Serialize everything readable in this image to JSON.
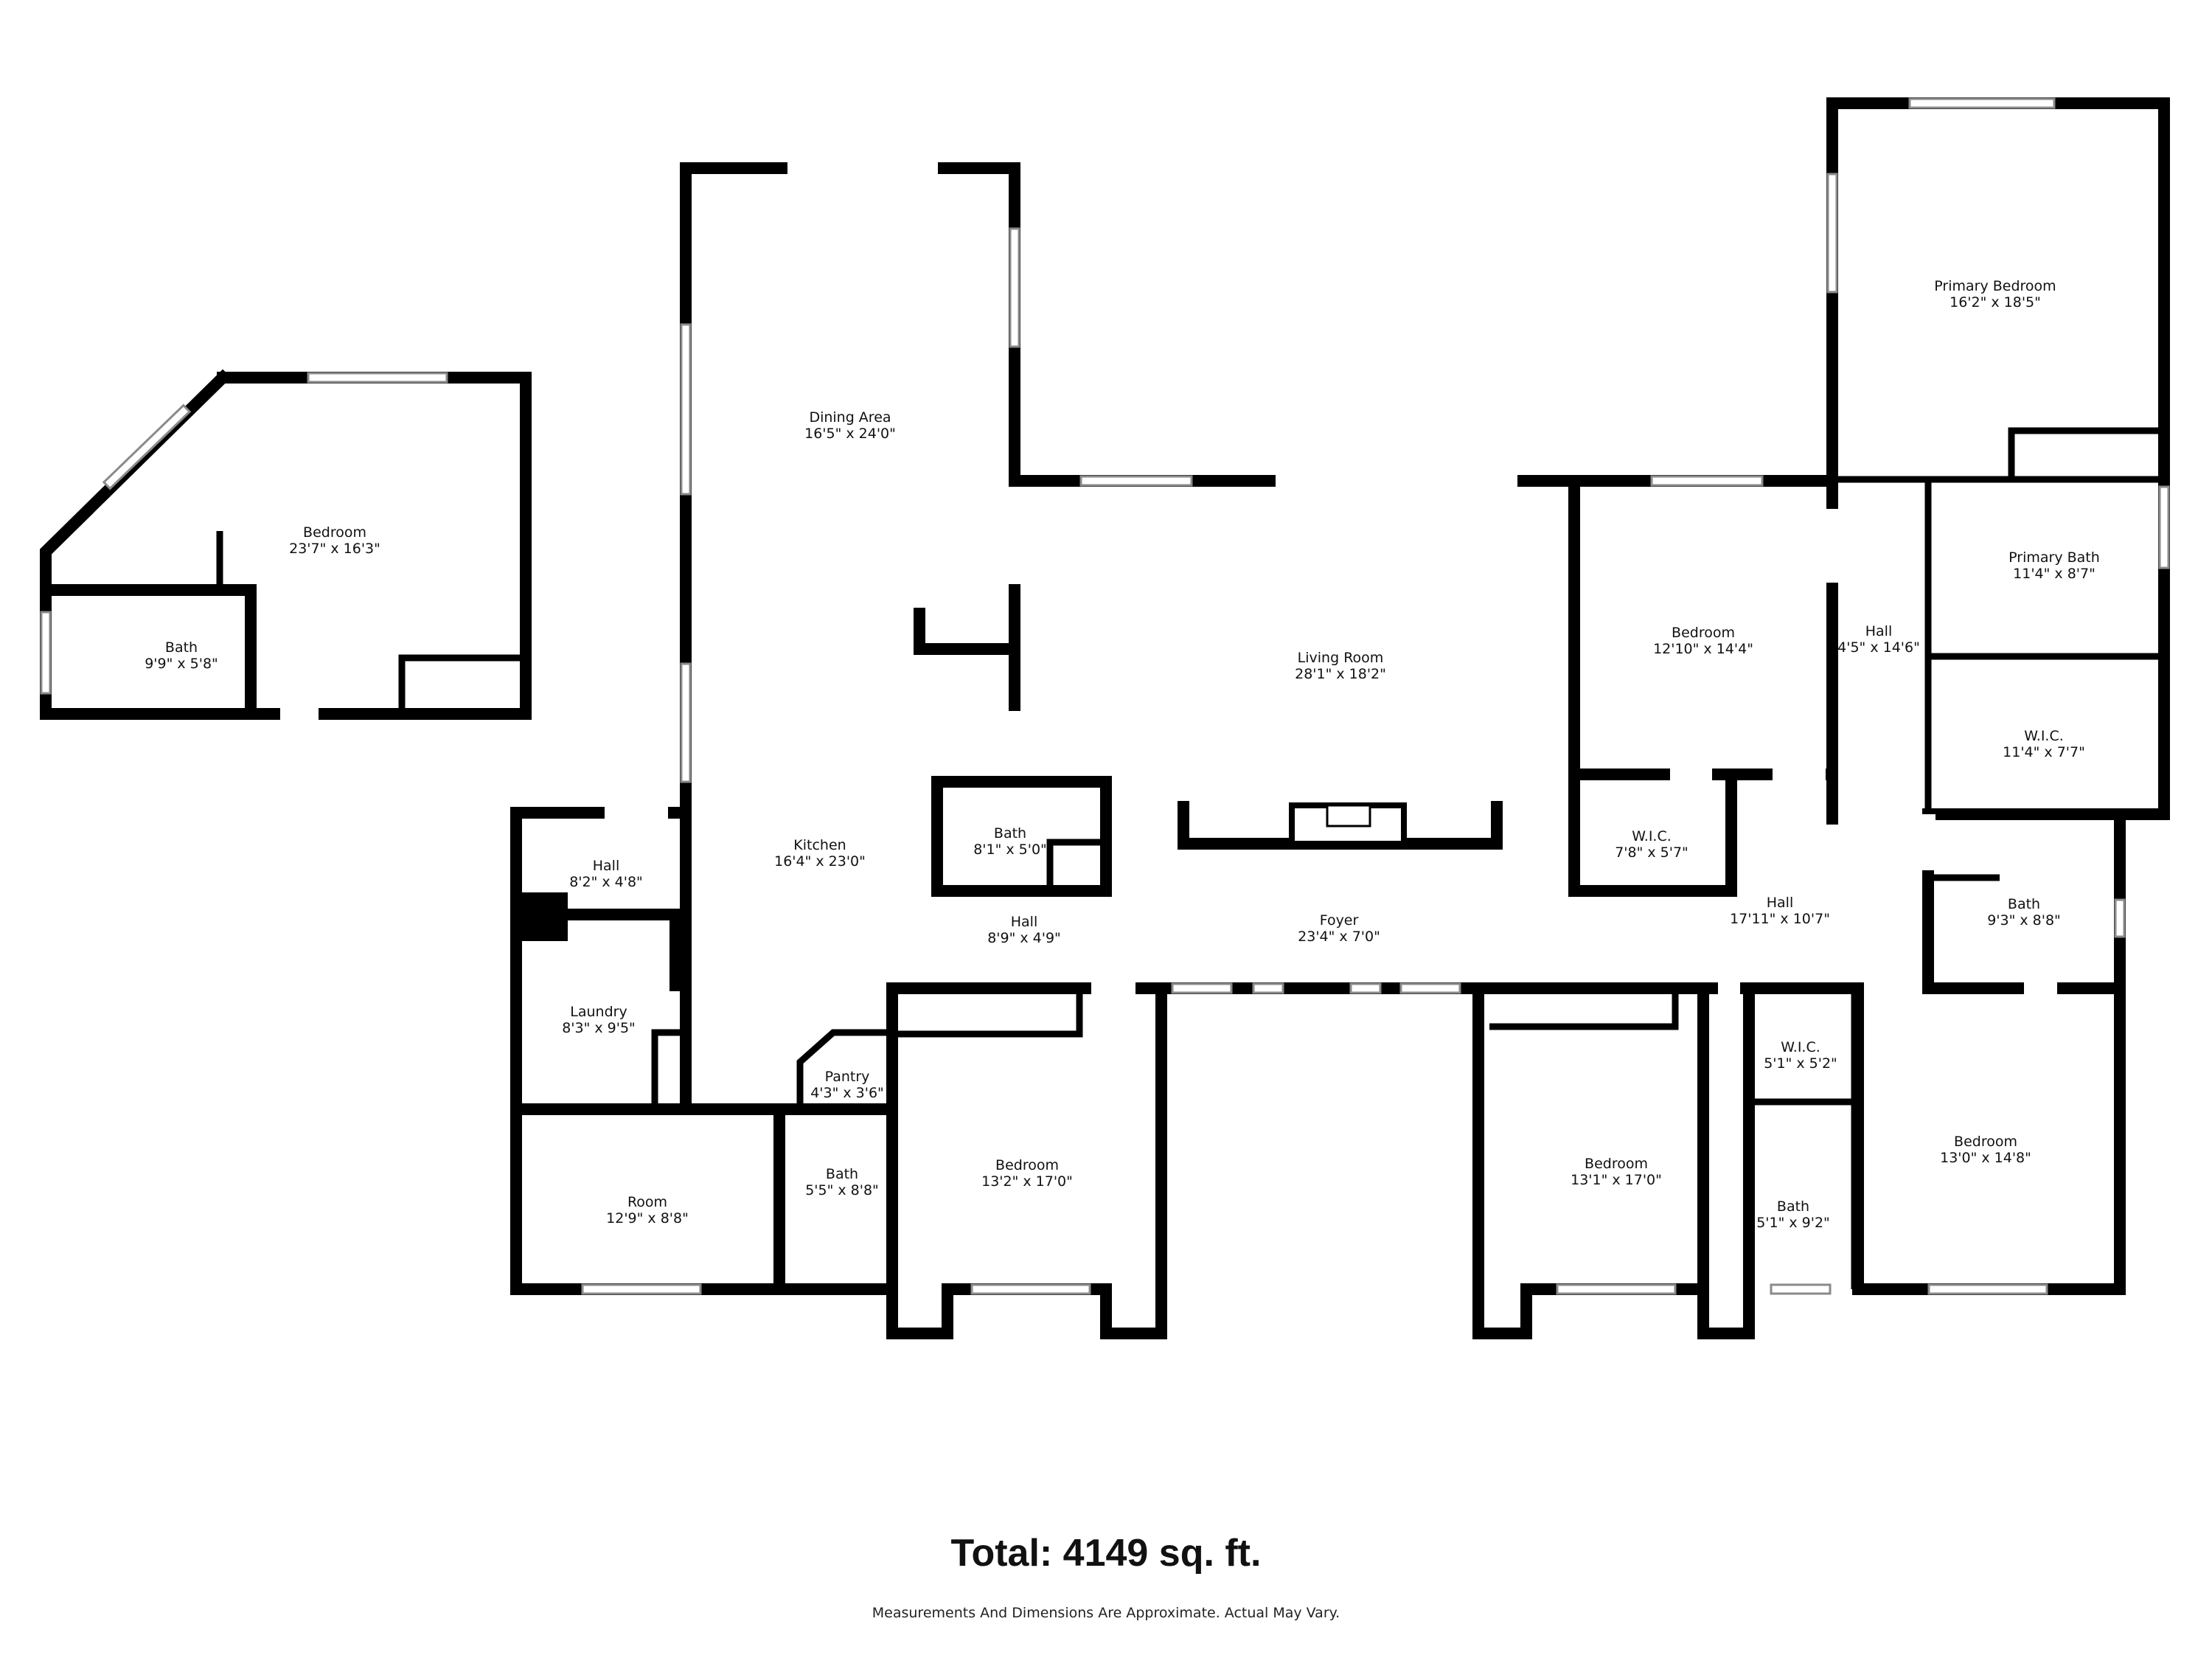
{
  "floorplan": {
    "rooms": [
      {
        "id": "upper-bedroom",
        "name": "Bedroom",
        "dims": "23'7\" x 16'3\""
      },
      {
        "id": "upper-bath",
        "name": "Bath",
        "dims": "9'9\" x 5'8\""
      },
      {
        "id": "dining-area",
        "name": "Dining Area",
        "dims": "16'5\" x 24'0\""
      },
      {
        "id": "kitchen",
        "name": "Kitchen",
        "dims": "16'4\" x 23'0\""
      },
      {
        "id": "living-room",
        "name": "Living Room",
        "dims": "28'1\" x 18'2\""
      },
      {
        "id": "primary-bedroom",
        "name": "Primary Bedroom",
        "dims": "16'2\" x 18'5\""
      },
      {
        "id": "primary-bath",
        "name": "Primary Bath",
        "dims": "11'4\" x 8'7\""
      },
      {
        "id": "hall-east",
        "name": "Hall",
        "dims": "4'5\" x 14'6\""
      },
      {
        "id": "wic-primary",
        "name": "W.I.C.",
        "dims": "11'4\" x 7'7\""
      },
      {
        "id": "bedroom-ne",
        "name": "Bedroom",
        "dims": "12'10\" x 14'4\""
      },
      {
        "id": "wic-ne",
        "name": "W.I.C.",
        "dims": "7'8\" x 5'7\""
      },
      {
        "id": "hall-long",
        "name": "Hall",
        "dims": "17'11\" x 10'7\""
      },
      {
        "id": "bath-east",
        "name": "Bath",
        "dims": "9'3\" x 8'8\""
      },
      {
        "id": "hall-west",
        "name": "Hall",
        "dims": "8'2\" x 4'8\""
      },
      {
        "id": "laundry",
        "name": "Laundry",
        "dims": "8'3\" x 9'5\""
      },
      {
        "id": "room",
        "name": "Room",
        "dims": "12'9\" x 8'8\""
      },
      {
        "id": "bath-sw",
        "name": "Bath",
        "dims": "5'5\" x 8'8\""
      },
      {
        "id": "pantry",
        "name": "Pantry",
        "dims": "4'3\" x 3'6\""
      },
      {
        "id": "bedroom-sw",
        "name": "Bedroom",
        "dims": "13'2\" x 17'0\""
      },
      {
        "id": "bath-center",
        "name": "Bath",
        "dims": "8'1\" x 5'0\""
      },
      {
        "id": "hall-center",
        "name": "Hall",
        "dims": "8'9\" x 4'9\""
      },
      {
        "id": "foyer",
        "name": "Foyer",
        "dims": "23'4\" x 7'0\""
      },
      {
        "id": "bedroom-s",
        "name": "Bedroom",
        "dims": "13'1\" x 17'0\""
      },
      {
        "id": "wic-s",
        "name": "W.I.C.",
        "dims": "5'1\" x 5'2\""
      },
      {
        "id": "bath-s",
        "name": "Bath",
        "dims": "5'1\" x 9'2\""
      },
      {
        "id": "bedroom-se",
        "name": "Bedroom",
        "dims": "13'0\" x 14'8\""
      }
    ]
  },
  "footer": {
    "total": "Total: 4149 sq. ft.",
    "disclaimer": "Measurements And Dimensions Are Approximate. Actual May Vary."
  }
}
